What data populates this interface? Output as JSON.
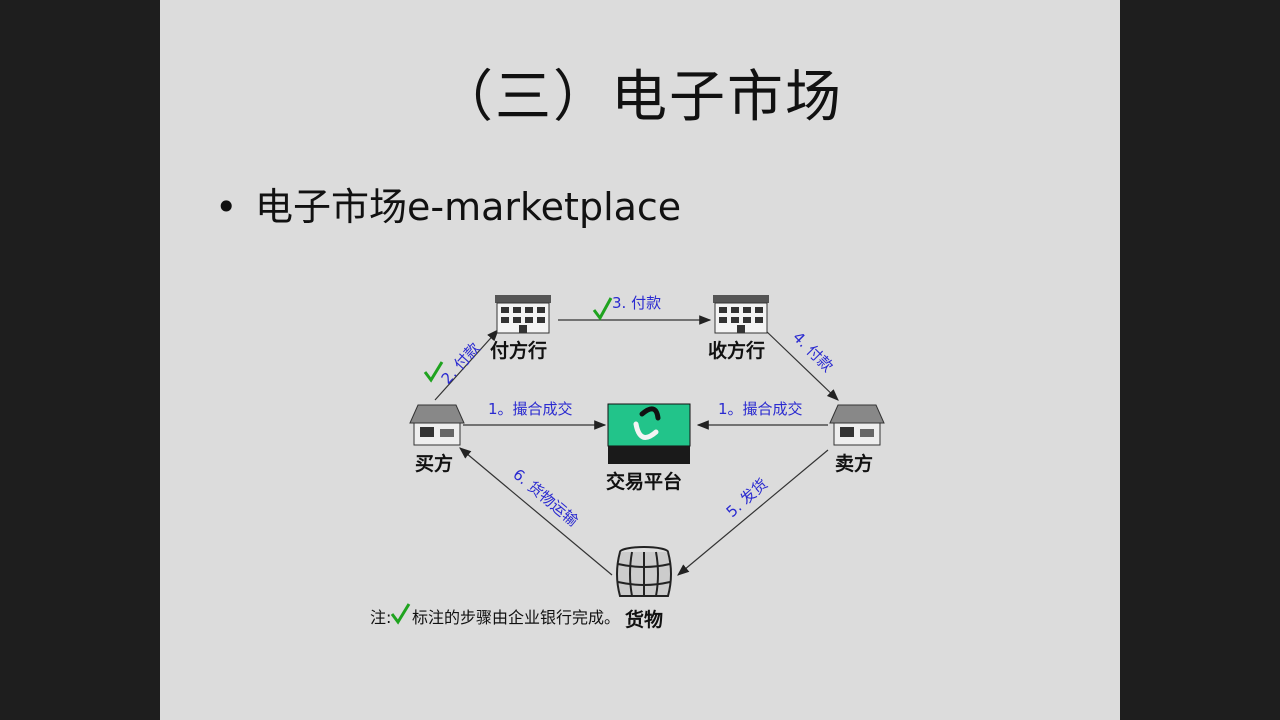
{
  "slide": {
    "title": "（三）电子市场",
    "bullet": "电子市场e-marketplace"
  },
  "diagram": {
    "nodes": {
      "payer_bank": "付方行",
      "payee_bank": "收方行",
      "buyer": "买方",
      "seller": "卖方",
      "platform": "交易平台",
      "goods": "货物"
    },
    "edges": {
      "match_left": "1。撮合成交",
      "match_right": "1。撮合成交",
      "pay_2": "2. 付款",
      "pay_3": "3. 付款",
      "pay_4": "4. 付款",
      "ship_5": "5. 发货",
      "transport_6": "6. 货物运输"
    },
    "note": {
      "prefix": "注:",
      "text": "标注的步骤由企业银行完成。"
    },
    "colors": {
      "step_text": "#2a2ad0",
      "check": "#1fa31f",
      "platform_screen": "#22c48a"
    }
  }
}
